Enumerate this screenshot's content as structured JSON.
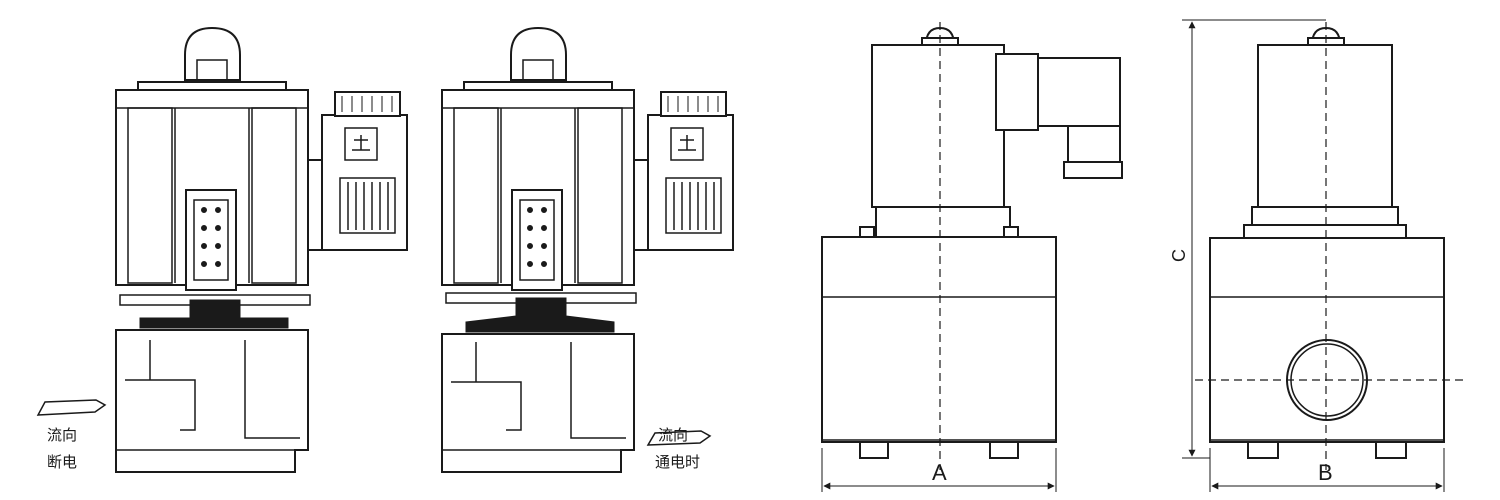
{
  "views": {
    "section_left": {
      "flow_label": "流向",
      "state_label": "断电"
    },
    "section_right": {
      "flow_label": "流向",
      "state_label": "通电时"
    },
    "front_view": {
      "dimension_label": "A"
    },
    "side_view": {
      "width_label": "B",
      "height_label": "C"
    }
  }
}
